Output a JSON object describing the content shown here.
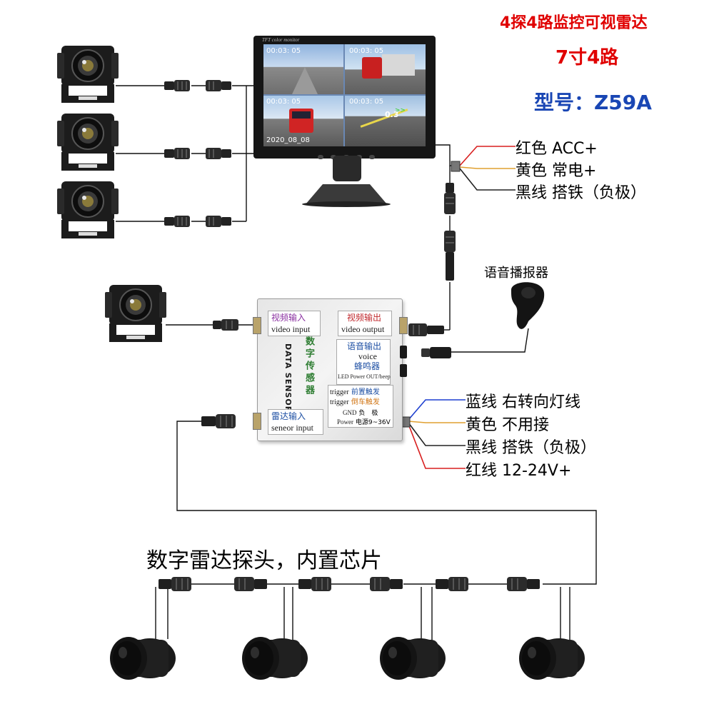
{
  "header": {
    "line1": "4探4路监控可视雷达",
    "line2": "7寸4路",
    "line3": "型号：Z59A"
  },
  "monitor": {
    "brand_text": "TFT color monitor",
    "timestamps": [
      "00:03: 05",
      "00:03: 05",
      "00:03: 05",
      "00:03: 05"
    ],
    "date": "2020_08_08",
    "distance": "0.3"
  },
  "monitor_wires": [
    {
      "label": "红色  ACC+",
      "color": "#d81e1e"
    },
    {
      "label": "黄色  常电+",
      "color": "#e0a030"
    },
    {
      "label": "黑线  搭铁（负极）",
      "color": "#222222"
    }
  ],
  "voice_broadcaster": "语音播报器",
  "sensor_box": {
    "video_input_cn": "视频输入",
    "video_input_en": "video input",
    "video_output_cn": "视频输出",
    "video_output_en": "video output",
    "voice_cn": "语音输出",
    "voice_en": "voice",
    "beep_cn": "蜂鸣器",
    "beep_en": "LED Power OUT/beep",
    "vertical_cn": "数字传感器",
    "vertical_en": "DATA SENSOR",
    "trigger1_en": "trigger",
    "trigger1_cn": "前置触发",
    "trigger2_en": "trigger",
    "trigger2_cn": "倒车触发",
    "gnd_en": "GND",
    "gnd_cn": "负　极",
    "power_en": "Power",
    "power_cn": "电源9~36V",
    "radar_input_cn": "雷达输入",
    "radar_input_en": "seneor input"
  },
  "sensor_wires": [
    {
      "label": "蓝线  右转向灯线",
      "color": "#1d3fd0"
    },
    {
      "label": "黄色  不用接",
      "color": "#e0a030"
    },
    {
      "label": "黑线  搭铁（负极）",
      "color": "#222222"
    },
    {
      "label": "红线  12-24V+",
      "color": "#d81e1e"
    }
  ],
  "probes_caption": "数字雷达探头，内置芯片"
}
